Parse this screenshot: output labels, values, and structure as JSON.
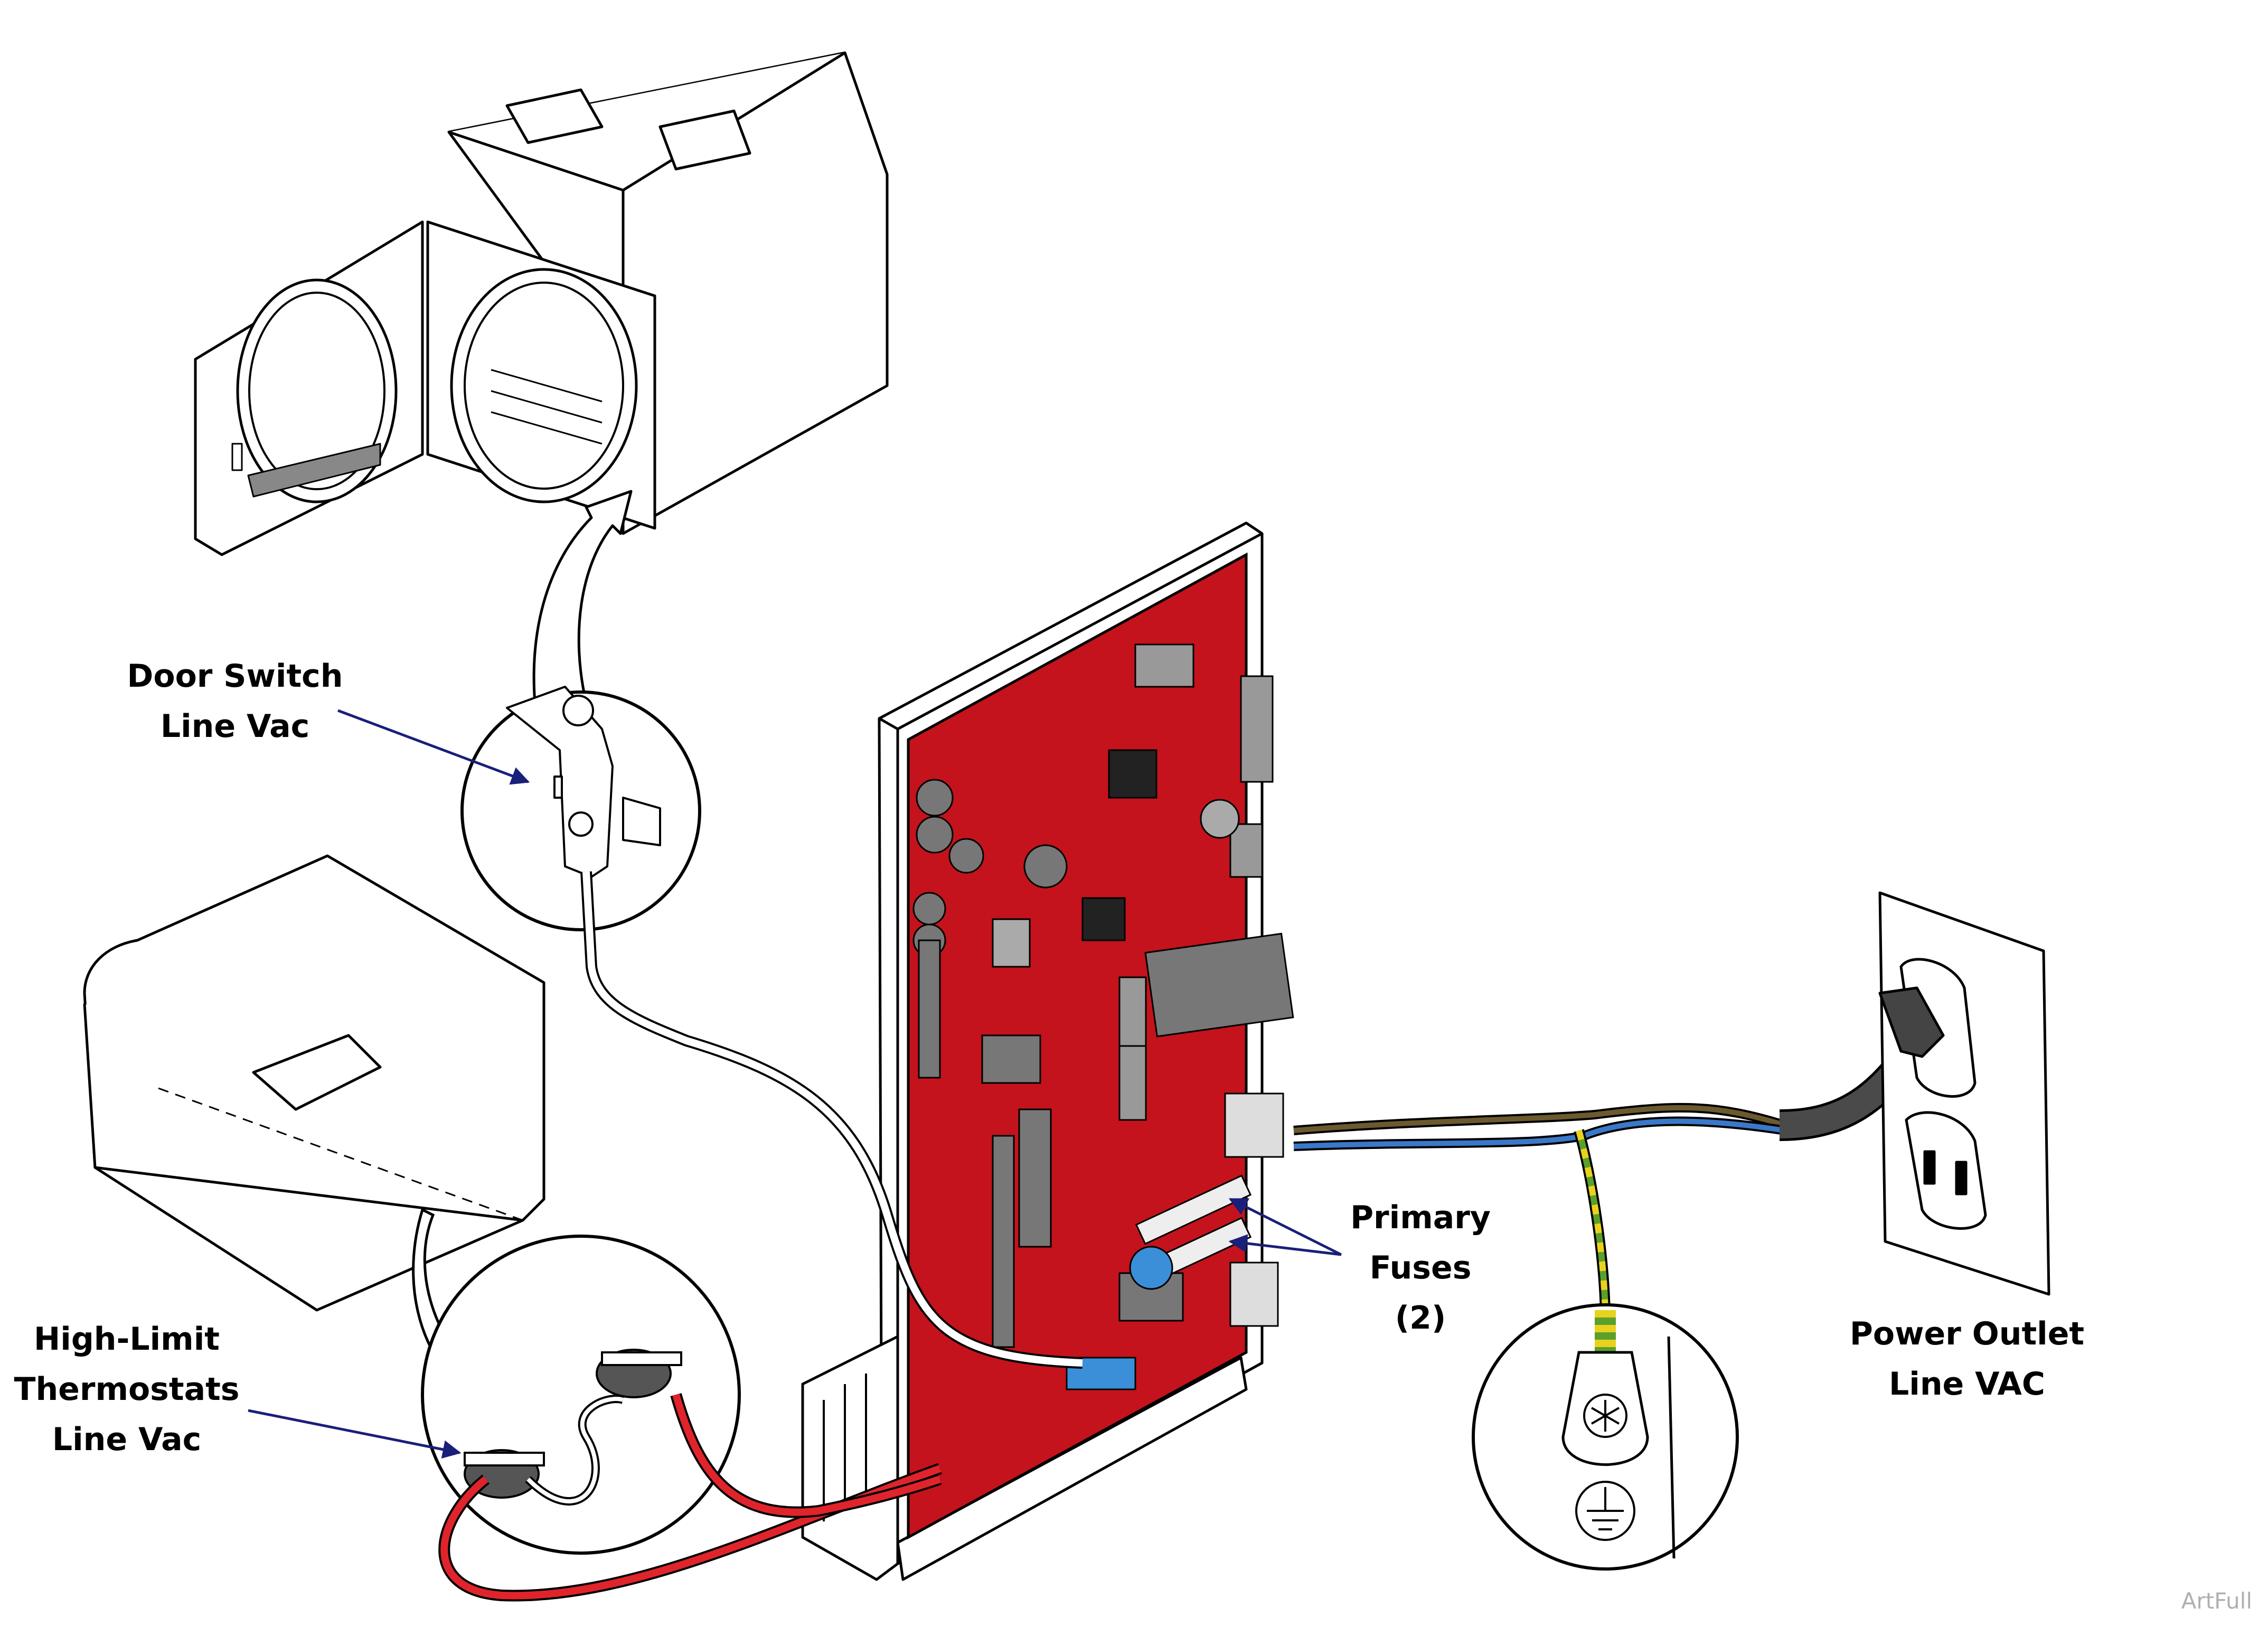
{
  "labels": {
    "door_switch": [
      "Door Switch",
      "Line Vac"
    ],
    "thermostats": [
      "High-Limit",
      "Thermostats",
      "Line Vac"
    ],
    "primary_fuses": [
      "Primary",
      "Fuses",
      "(2)"
    ],
    "power_outlet": [
      "Power Outlet",
      "Line VAC"
    ]
  },
  "watermark": "ArtFull",
  "colors": {
    "board": "#c4131c",
    "wire_red": "#e0242c",
    "wire_brown": "#6b5a2e",
    "wire_blue": "#3a78c8",
    "wire_ground_green": "#5aa02c",
    "wire_ground_yellow": "#e8d21e",
    "leader_arrow": "#1a1f7a",
    "cord": "#4a4a4a"
  },
  "icons": [
    "earth-ground-symbol",
    "star-screw-icon",
    "callout-arrow"
  ]
}
